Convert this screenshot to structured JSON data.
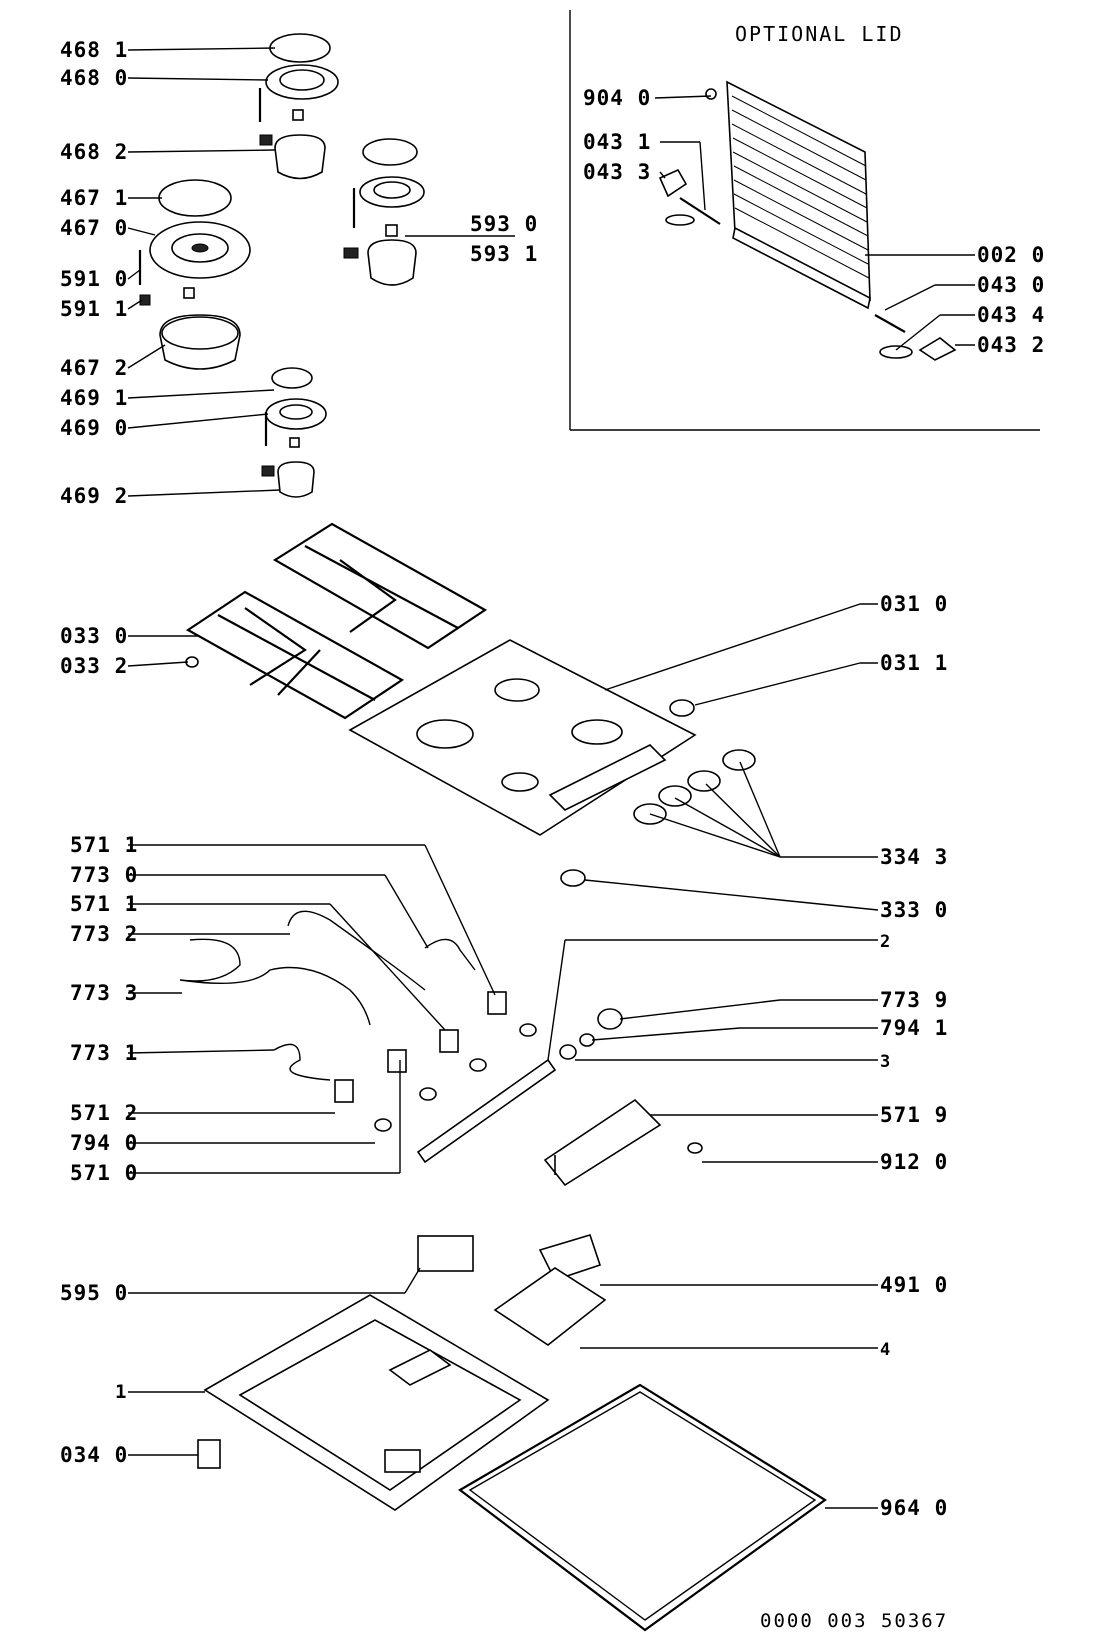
{
  "optional_lid_title": "OPTIONAL LID",
  "document_number": "0000 003 50367",
  "labels_left": [
    "468 1",
    "468 0",
    "468 2",
    "467 1",
    "467 0",
    "591 0",
    "591 1",
    "467 2",
    "469 1",
    "469 0",
    "469 2",
    "033 0",
    "033 2",
    "571 1",
    "773 0",
    "571 1",
    "773 2",
    "773 3",
    "773 1",
    "571 2",
    "794 0",
    "571 0",
    "595 0",
    "1",
    "034 0"
  ],
  "labels_right": [
    "593 0",
    "593 1",
    "904 0",
    "043 1",
    "043 3",
    "002 0",
    "043 0",
    "043 4",
    "043 2",
    "031 0",
    "031 1",
    "334 3",
    "333 0",
    "2",
    "773 9",
    "794 1",
    "3",
    "571 9",
    "912 0",
    "491 0",
    "4",
    "964 0"
  ]
}
